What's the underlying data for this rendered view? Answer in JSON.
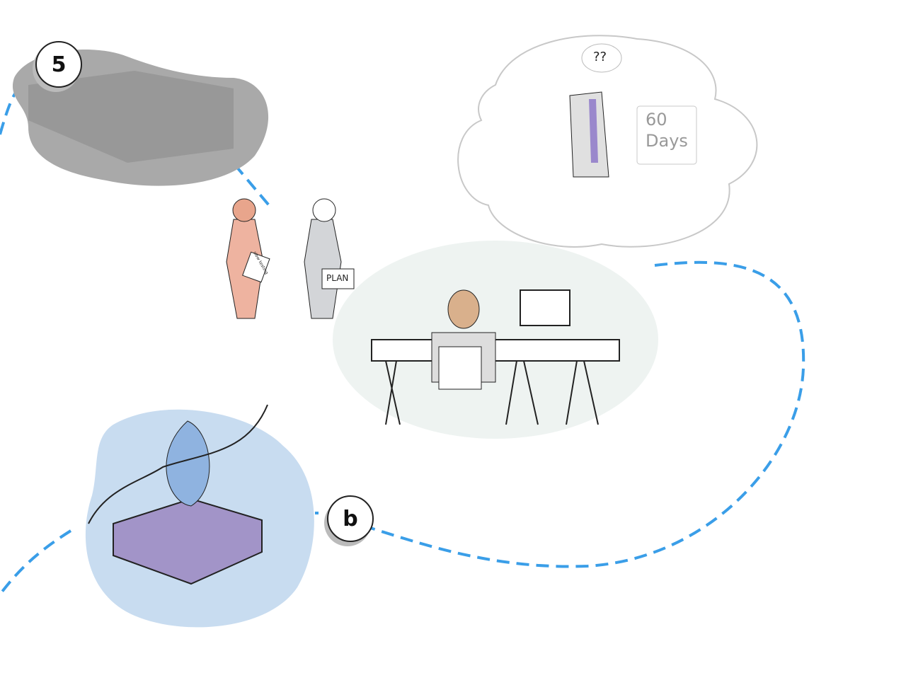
{
  "steps": [
    {
      "number": "5"
    },
    {
      "number": "b"
    }
  ],
  "thought": {
    "question": "??",
    "speech": [
      "60",
      "Days"
    ]
  },
  "workers": {
    "clipboard_note": "slow testing",
    "plan_sign": "PLAN"
  },
  "colors": {
    "path": "#3a9ee8",
    "worker_orange": "#eeb3a0",
    "worker_gray": "#d3d5d8",
    "device": "#a294c8",
    "cloud_bg": "#c8dcf0"
  }
}
